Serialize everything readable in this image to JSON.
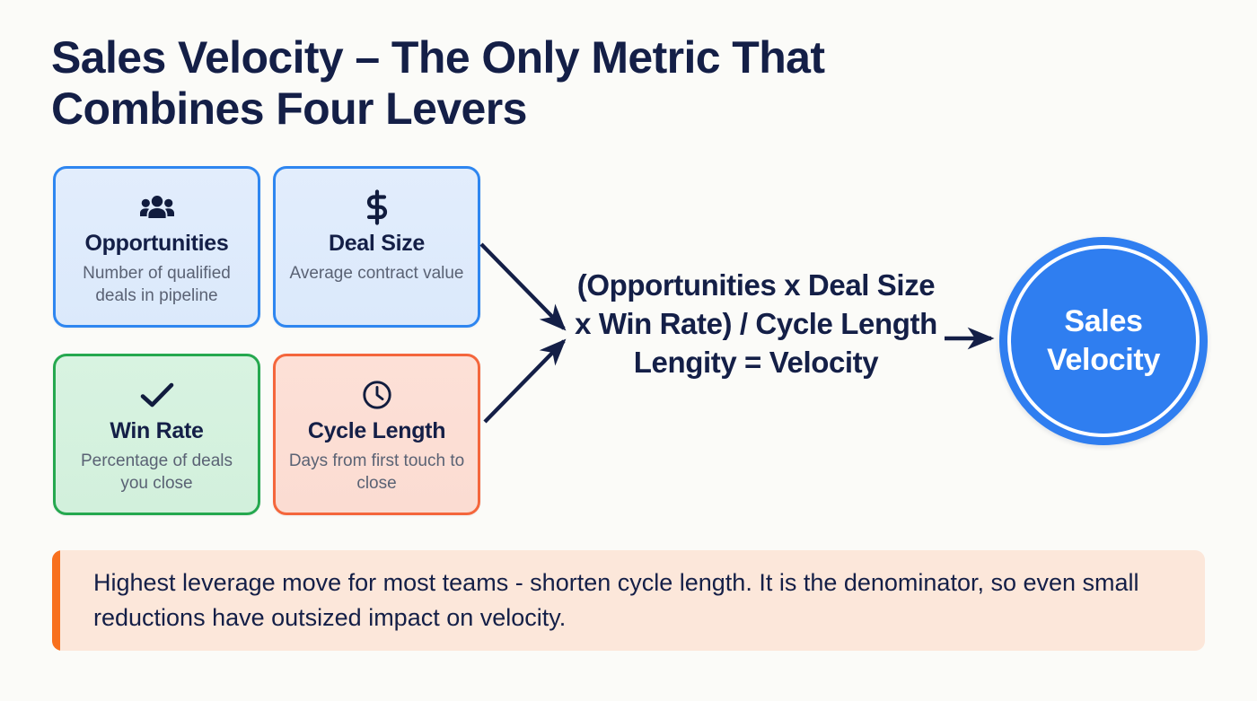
{
  "page": {
    "background_color": "#fbfbf8",
    "title": "Sales Velocity – The Only Metric That\nCombines Four Levers"
  },
  "cards": [
    {
      "id": "opportunities",
      "icon": "people-group-icon",
      "title": "Opportunities",
      "description": "Number of qualified deals in pipeline",
      "accent_color": "#2e86f0",
      "background_color": "#dfebfb"
    },
    {
      "id": "deal-size",
      "icon": "dollar-sign-icon",
      "title": "Deal Size",
      "description": "Average contract value",
      "accent_color": "#2e86f0",
      "background_color": "#dfebfb"
    },
    {
      "id": "win-rate",
      "icon": "checkmark-icon",
      "title": "Win Rate",
      "description": "Percentage of deals you close",
      "accent_color": "#25a84f",
      "background_color": "#d6f2df"
    },
    {
      "id": "cycle-length",
      "icon": "clock-icon",
      "title": "Cycle Length",
      "description": "Days from first touch to close",
      "accent_color": "#f4663c",
      "background_color": "#fbdcd2"
    }
  ],
  "formula": {
    "text": "(Opportunities x Deal Size x Win Rate) / Cycle Length Lengity = Velocity",
    "color": "#141f47"
  },
  "result": {
    "label": "Sales\nVelocity",
    "fill_color": "#2f7ef0",
    "ring_color": "#ffffff"
  },
  "callout": {
    "text": "Highest leverage move for most teams - shorten cycle length. It is the denominator, so even small reductions have outsized impact on velocity.",
    "accent_color": "#f8701e",
    "background_color": "#fce7da"
  },
  "connectors": {
    "arrow_color": "#141f47",
    "items": [
      {
        "name": "deal-size-to-formula",
        "from": "deal-size",
        "to": "formula"
      },
      {
        "name": "cycle-length-to-formula",
        "from": "cycle-length",
        "to": "formula"
      },
      {
        "name": "formula-to-result",
        "from": "formula",
        "to": "result"
      }
    ]
  }
}
